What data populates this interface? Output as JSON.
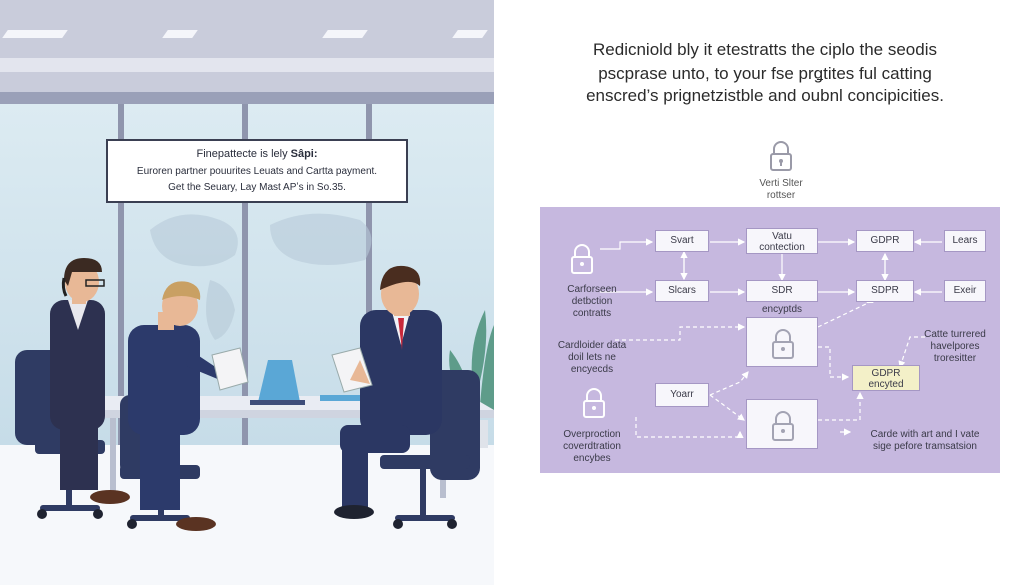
{
  "scene": {
    "sign": {
      "title_prefix": "Finepattecte is lely ",
      "title_bold": "Sâpi:",
      "line1": "Euroren partner pouurites Leuats and Cartta payment.",
      "line2": "Get the Seuary, Lay Mast APʼs in So.35."
    }
  },
  "headline": {
    "line1": "Redicniold bly it etestratts the ciplo the seodis",
    "line2": "pscprase unto, to your fse prǥtites ful catting",
    "line3": "enscred’s prignetzistble and oubnl concipicities."
  },
  "diagram": {
    "top_label": [
      "Verti Slter",
      "rottser"
    ],
    "boxes": {
      "start": "Svart",
      "vatu": [
        "Vatu",
        "contection"
      ],
      "gdpr_top": "GDPR",
      "lears": "Lears",
      "sicars": "Slcars",
      "sdr": "SDR",
      "sdpr": "SDPR",
      "exeir": "Exeir",
      "yoarr": "Yoarr",
      "gdpr_enc": [
        "GDPR",
        "encyted"
      ]
    },
    "labels": {
      "encryptds": "encyptds",
      "carfor": [
        "Carforseen",
        "detbction",
        "contratts"
      ],
      "cardholder": [
        "Cardloider data",
        "doil lets ne",
        "encyecds"
      ],
      "overproc": [
        "Overproction",
        "coverdtration",
        "encybes"
      ],
      "catte": [
        "Catte turrered",
        "havelpores",
        "troresitter"
      ],
      "carde": [
        "Carde with art and I vate",
        "sige pefore tramsatsion"
      ]
    }
  },
  "colors": {
    "panel": "#c6b8df",
    "box_border": "#a597c4",
    "highlight_box": "#f3f0c8",
    "suit": "#2d3a66"
  }
}
